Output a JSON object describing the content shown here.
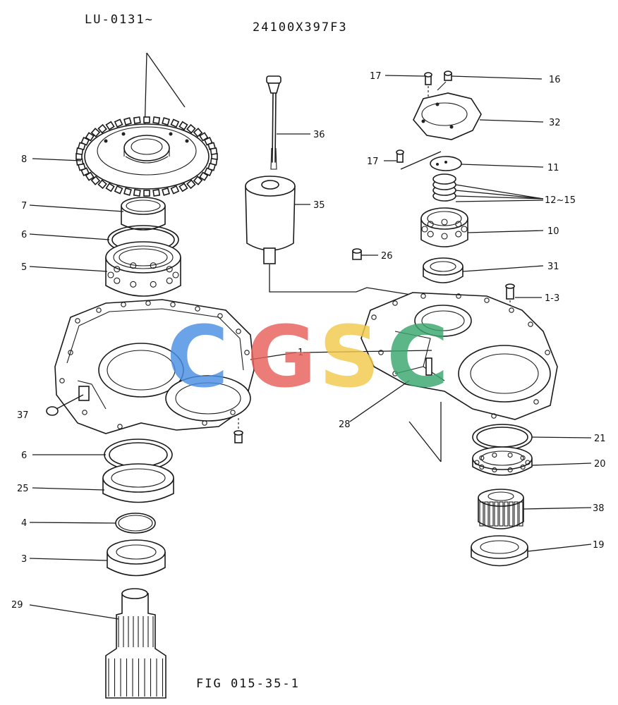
{
  "header": {
    "serial_range": "LU-0131~",
    "part_number": "24100X397F3"
  },
  "figure_caption": "FIG 015-35-1",
  "watermark": {
    "letters": [
      "C",
      "G",
      "S",
      "C"
    ],
    "colors": [
      "#4a90e2",
      "#e8605a",
      "#f2c94c",
      "#3aa76d"
    ]
  },
  "callouts": [
    {
      "id": "c8",
      "label": "8"
    },
    {
      "id": "c7",
      "label": "7"
    },
    {
      "id": "c6a",
      "label": "6"
    },
    {
      "id": "c5",
      "label": "5"
    },
    {
      "id": "c37",
      "label": "37"
    },
    {
      "id": "c6b",
      "label": "6"
    },
    {
      "id": "c25",
      "label": "25"
    },
    {
      "id": "c4",
      "label": "4"
    },
    {
      "id": "c3",
      "label": "3"
    },
    {
      "id": "c29",
      "label": "29"
    },
    {
      "id": "c36",
      "label": "36"
    },
    {
      "id": "c35",
      "label": "35"
    },
    {
      "id": "c26",
      "label": "26"
    },
    {
      "id": "c1",
      "label": "1"
    },
    {
      "id": "c28",
      "label": "28"
    },
    {
      "id": "c17a",
      "label": "17"
    },
    {
      "id": "c16",
      "label": "16"
    },
    {
      "id": "c32",
      "label": "32"
    },
    {
      "id": "c17b",
      "label": "17"
    },
    {
      "id": "c11",
      "label": "11"
    },
    {
      "id": "c12",
      "label": "12~15"
    },
    {
      "id": "c10",
      "label": "10"
    },
    {
      "id": "c31",
      "label": "31"
    },
    {
      "id": "c13",
      "label": "1-3"
    },
    {
      "id": "c21",
      "label": "21"
    },
    {
      "id": "c20",
      "label": "20"
    },
    {
      "id": "c38",
      "label": "38"
    },
    {
      "id": "c19",
      "label": "19"
    }
  ]
}
